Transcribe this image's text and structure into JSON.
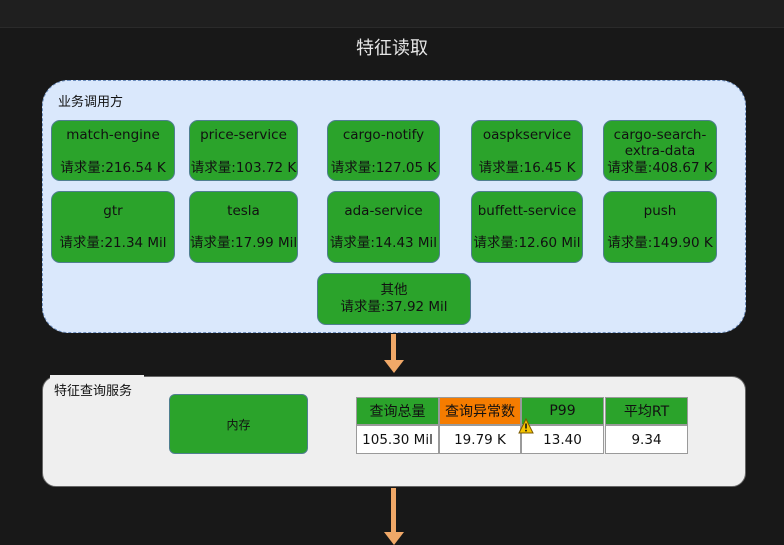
{
  "title": "特征读取",
  "caller_panel": {
    "label": "业务调用方",
    "services": [
      {
        "name": "match-engine",
        "requests": "请求量:216.54 K"
      },
      {
        "name": "price-service",
        "requests": "请求量:103.72 K"
      },
      {
        "name": "cargo-notify",
        "requests": "请求量:127.05 K"
      },
      {
        "name": "oaspkservice",
        "requests": "请求量:16.45 K"
      },
      {
        "name": "cargo-search-\nextra-data",
        "requests": "请求量:408.67 K"
      },
      {
        "name": "gtr",
        "requests": "请求量:21.34 Mil"
      },
      {
        "name": "tesla",
        "requests": "请求量:17.99 Mil"
      },
      {
        "name": "ada-service",
        "requests": "请求量:14.43 Mil"
      },
      {
        "name": "buffett-service",
        "requests": "请求量:12.60 Mil"
      },
      {
        "name": "push",
        "requests": "请求量:149.90 K"
      },
      {
        "name": "其他",
        "requests": "请求量:37.92 Mil"
      }
    ]
  },
  "query_panel": {
    "label": "特征查询服务",
    "memory_label": "内存",
    "stats": {
      "headers": [
        "查询总量",
        "查询异常数",
        "P99",
        "平均RT"
      ],
      "values": [
        "105.30 Mil",
        "19.79 K",
        "13.40",
        "9.34"
      ]
    }
  },
  "colors": {
    "background": "#181818",
    "panel_blue": "#dae8fc",
    "service_green": "#2ba32b",
    "alert_orange": "#f57c00",
    "arrow": "#f0a868"
  },
  "icons": {
    "warning": "warning-icon"
  }
}
